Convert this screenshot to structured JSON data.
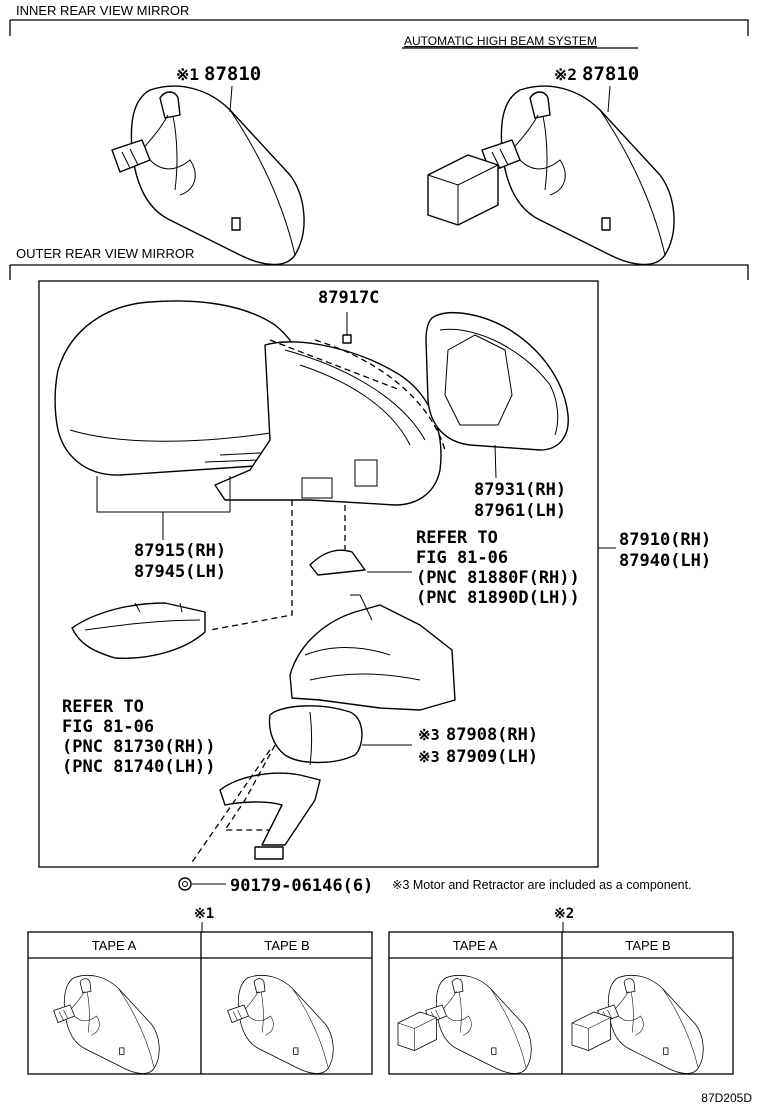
{
  "sections": {
    "inner_title": "INNER REAR VIEW MIRROR",
    "outer_title": "OUTER REAR VIEW MIRROR",
    "auto_high_beam": "AUTOMATIC HIGH BEAM SYSTEM"
  },
  "labels": {
    "inner_1_mark": "※1",
    "inner_1_pn": "87810",
    "inner_2_mark": "※2",
    "inner_2_pn": "87810",
    "screw": "87917C",
    "glass_rh": "87931(RH)",
    "glass_lh": "87961(LH)",
    "cover_rh": "87915(RH)",
    "cover_lh": "87945(LH)",
    "refer_a_1": "REFER TO",
    "refer_a_2": "FIG 81-06",
    "refer_a_3": "(PNC 81880F(RH))",
    "refer_a_4": "(PNC 81890D(LH))",
    "assy_rh": "87910(RH)",
    "assy_lh": "87940(LH)",
    "refer_b_1": "REFER TO",
    "refer_b_2": "FIG 81-06",
    "refer_b_3": "(PNC 81730(RH))",
    "refer_b_4": "(PNC 81740(LH))",
    "motor_mark_1": "※3",
    "motor_rh": "87908(RH)",
    "motor_mark_2": "※3",
    "motor_lh": "87909(LH)",
    "clip": "90179-06146(6)",
    "note": "※3 Motor and Retractor are included as a component."
  },
  "tables": {
    "t1_mark": "※1",
    "t1_col_a": "TAPE A",
    "t1_col_b": "TAPE B",
    "t2_mark": "※2",
    "t2_col_a": "TAPE A",
    "t2_col_b": "TAPE B"
  },
  "footer_code": "87D205D"
}
